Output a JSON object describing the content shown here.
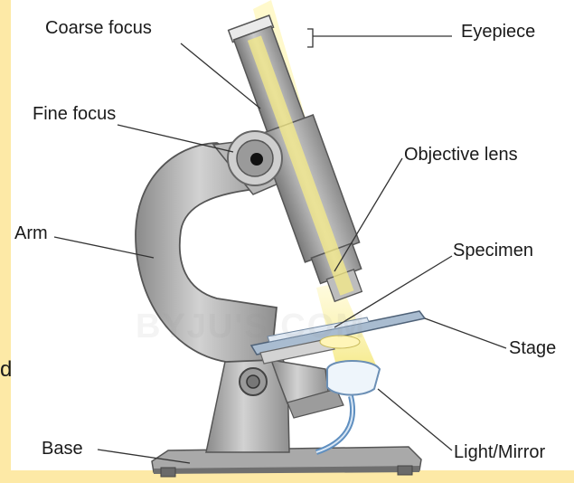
{
  "labels": {
    "coarse_focus": "Coarse focus",
    "eyepiece": "Eyepiece",
    "fine_focus": "Fine focus",
    "objective_lens": "Objective lens",
    "arm": "Arm",
    "specimen": "Specimen",
    "stage": "Stage",
    "base": "Base",
    "light_mirror": "Light/Mirror",
    "side_fragment": "d"
  },
  "colors": {
    "frame": "#fde9a6",
    "body_metal": "#b6b6b6",
    "metal_dark": "#7d7d7d",
    "light_beam": "#f7ef8a",
    "stage_blue": "#9bb1c8",
    "mirror_blue": "#5f8fc0"
  }
}
